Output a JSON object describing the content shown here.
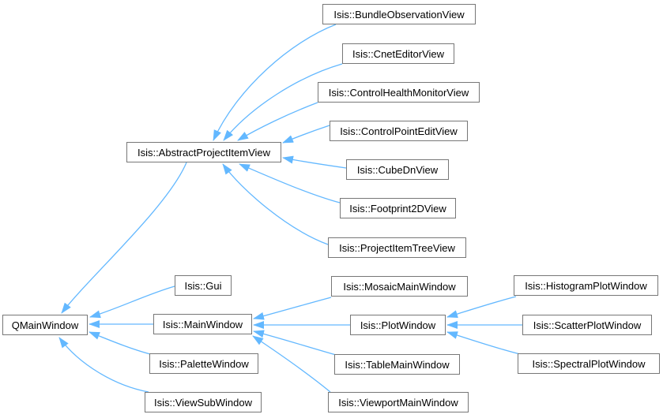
{
  "diagram": {
    "kind": "class-inheritance-graph",
    "colors": {
      "edge": "#63b8ff",
      "node_border": "#777777",
      "node_bg": "#ffffff",
      "text": "#000000",
      "background": "#ffffff"
    },
    "nodes": [
      {
        "id": "bundle-observation-view",
        "label": "Isis::BundleObservationView"
      },
      {
        "id": "cnet-editor-view",
        "label": "Isis::CnetEditorView"
      },
      {
        "id": "control-health-monitor-view",
        "label": "Isis::ControlHealthMonitorView"
      },
      {
        "id": "control-point-edit-view",
        "label": "Isis::ControlPointEditView"
      },
      {
        "id": "cube-dn-view",
        "label": "Isis::CubeDnView"
      },
      {
        "id": "footprint-2d-view",
        "label": "Isis::Footprint2DView"
      },
      {
        "id": "project-item-tree-view",
        "label": "Isis::ProjectItemTreeView"
      },
      {
        "id": "abstract-project-item-view",
        "label": "Isis::AbstractProjectItemView"
      },
      {
        "id": "qmainwindow",
        "label": "QMainWindow"
      },
      {
        "id": "gui",
        "label": "Isis::Gui"
      },
      {
        "id": "main-window",
        "label": "Isis::MainWindow"
      },
      {
        "id": "palette-window",
        "label": "Isis::PaletteWindow"
      },
      {
        "id": "view-sub-window",
        "label": "Isis::ViewSubWindow"
      },
      {
        "id": "mosaic-main-window",
        "label": "Isis::MosaicMainWindow"
      },
      {
        "id": "plot-window",
        "label": "Isis::PlotWindow"
      },
      {
        "id": "table-main-window",
        "label": "Isis::TableMainWindow"
      },
      {
        "id": "viewport-main-window",
        "label": "Isis::ViewportMainWindow"
      },
      {
        "id": "histogram-plot-window",
        "label": "Isis::HistogramPlotWindow"
      },
      {
        "id": "scatter-plot-window",
        "label": "Isis::ScatterPlotWindow"
      },
      {
        "id": "spectral-plot-window",
        "label": "Isis::SpectralPlotWindow"
      }
    ],
    "edges": [
      {
        "from": "bundle-observation-view",
        "to": "abstract-project-item-view"
      },
      {
        "from": "cnet-editor-view",
        "to": "abstract-project-item-view"
      },
      {
        "from": "control-health-monitor-view",
        "to": "abstract-project-item-view"
      },
      {
        "from": "control-point-edit-view",
        "to": "abstract-project-item-view"
      },
      {
        "from": "cube-dn-view",
        "to": "abstract-project-item-view"
      },
      {
        "from": "footprint-2d-view",
        "to": "abstract-project-item-view"
      },
      {
        "from": "project-item-tree-view",
        "to": "abstract-project-item-view"
      },
      {
        "from": "abstract-project-item-view",
        "to": "qmainwindow"
      },
      {
        "from": "gui",
        "to": "qmainwindow"
      },
      {
        "from": "main-window",
        "to": "qmainwindow"
      },
      {
        "from": "palette-window",
        "to": "qmainwindow"
      },
      {
        "from": "view-sub-window",
        "to": "qmainwindow"
      },
      {
        "from": "mosaic-main-window",
        "to": "main-window"
      },
      {
        "from": "plot-window",
        "to": "main-window"
      },
      {
        "from": "table-main-window",
        "to": "main-window"
      },
      {
        "from": "viewport-main-window",
        "to": "main-window"
      },
      {
        "from": "histogram-plot-window",
        "to": "plot-window"
      },
      {
        "from": "scatter-plot-window",
        "to": "plot-window"
      },
      {
        "from": "spectral-plot-window",
        "to": "plot-window"
      }
    ]
  }
}
